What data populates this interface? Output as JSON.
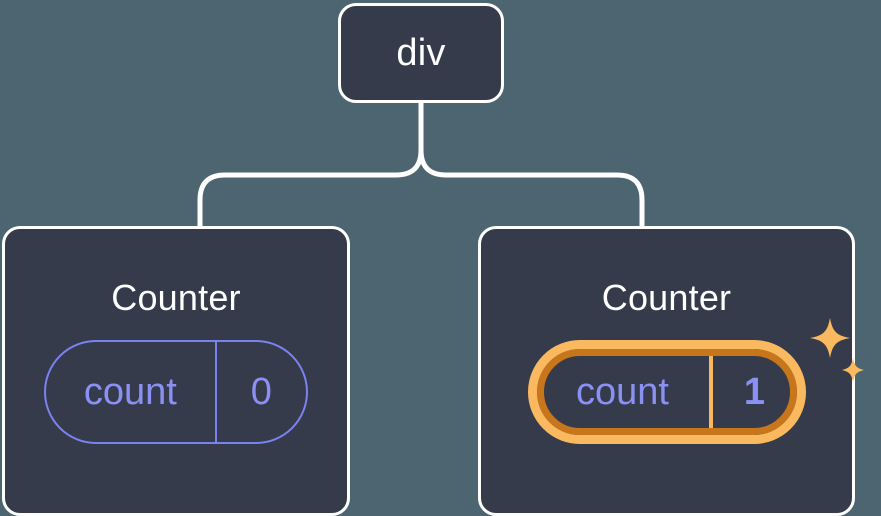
{
  "diagram": {
    "type": "component-tree",
    "background_color": "#4d6570",
    "node_fill": "#353b4a",
    "node_border": "#ffffff",
    "accent_indigo": "#7b82f0",
    "accent_amber": "#fab95e",
    "accent_amber_dark": "#c8761c",
    "connector_color": "#ffffff"
  },
  "root": {
    "label": "div"
  },
  "children": [
    {
      "label": "Counter",
      "state": {
        "key": "count",
        "value": "0",
        "highlighted": false
      }
    },
    {
      "label": "Counter",
      "state": {
        "key": "count",
        "value": "1",
        "highlighted": true
      },
      "sparkle_icon": "sparkles-icon"
    }
  ]
}
